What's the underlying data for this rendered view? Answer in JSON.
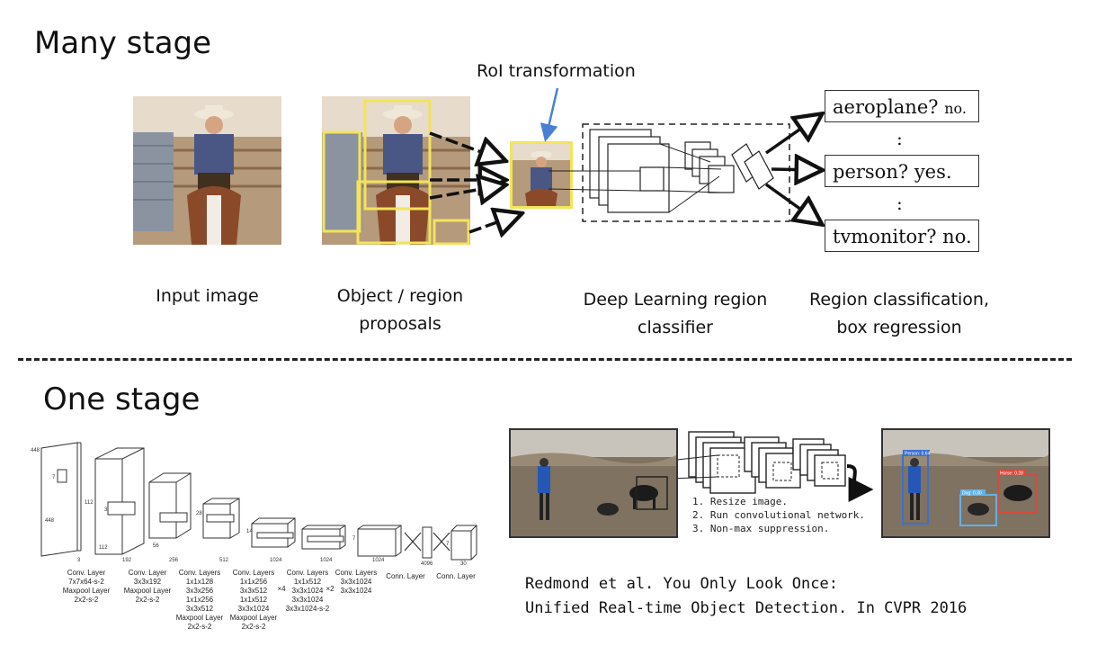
{
  "many_stage": {
    "title": "Many stage",
    "roi_label": "RoI transformation",
    "captions": {
      "input": "Input image",
      "proposals_l1": "Object / region",
      "proposals_l2": "proposals",
      "classifier_l1": "Deep Learning region",
      "classifier_l2": "classifier",
      "regression_l1": "Region classification,",
      "regression_l2": "box regression"
    },
    "classes": [
      {
        "name": "aeroplane?",
        "answer": "no."
      },
      {
        "name": "person?",
        "answer": "yes."
      },
      {
        "name": "tvmonitor?",
        "answer": "no."
      }
    ],
    "dots": ":",
    "colors": {
      "proposal_box": "#f3e45a",
      "roi_arrow": "#4a7fd6"
    }
  },
  "one_stage": {
    "title": "One stage",
    "layers": [
      {
        "l1": "Conv. Layer",
        "l2": "7x7x64-s-2",
        "l3": "Maxpool Layer",
        "l4": "2x2-s-2"
      },
      {
        "l1": "Conv. Layer",
        "l2": "3x3x192",
        "l3": "Maxpool Layer",
        "l4": "2x2-s-2"
      },
      {
        "l1": "Conv. Layers",
        "l2": "1x1x128",
        "l3": "3x3x256",
        "l4": "1x1x256",
        "l5": "3x3x512",
        "l6": "Maxpool Layer",
        "l7": "2x2-s-2"
      },
      {
        "l1": "Conv. Layers",
        "l2": "1x1x256",
        "l3": "3x3x512",
        "l4": "1x1x512",
        "l5": "3x3x1024",
        "l6": "Maxpool Layer",
        "l7": "2x2-s-2",
        "mult": "×4"
      },
      {
        "l1": "Conv. Layers",
        "l2": "1x1x512",
        "l3": "3x3x1024",
        "l4": "3x3x1024",
        "l5": "3x3x1024-s-2",
        "mult": "×2"
      },
      {
        "l1": "Conv. Layers",
        "l2": "3x3x1024",
        "l3": "3x3x1024"
      },
      {
        "l1": "Conn. Layer"
      },
      {
        "l1": "Conn. Layer"
      }
    ],
    "dims": {
      "input_h": "448",
      "input_w": "448",
      "d3": "3",
      "d192": "192",
      "d256": "256",
      "d512": "512",
      "d1024a": "1024",
      "d1024b": "1024",
      "d1024c": "1024",
      "d4096": "4096",
      "d30": "30",
      "s112": "112",
      "s56": "56",
      "s28": "28",
      "s14": "14",
      "s7a": "7",
      "s7b": "7",
      "s7c": "7",
      "k7": "7",
      "k3": "3"
    },
    "steps": [
      "1. Resize image.",
      "2. Run convolutional network.",
      "3. Non-max suppression."
    ],
    "detections": [
      {
        "label": "Person: 0.64",
        "color": "#3b6fd1"
      },
      {
        "label": "Horse: 0.28",
        "color": "#d8493d"
      },
      {
        "label": "Dog: 0.30",
        "color": "#62b2e8"
      }
    ],
    "citation_l1": "Redmond et al. You Only Look Once:",
    "citation_l2": "Unified Real-time Object Detection. In CVPR 2016"
  }
}
